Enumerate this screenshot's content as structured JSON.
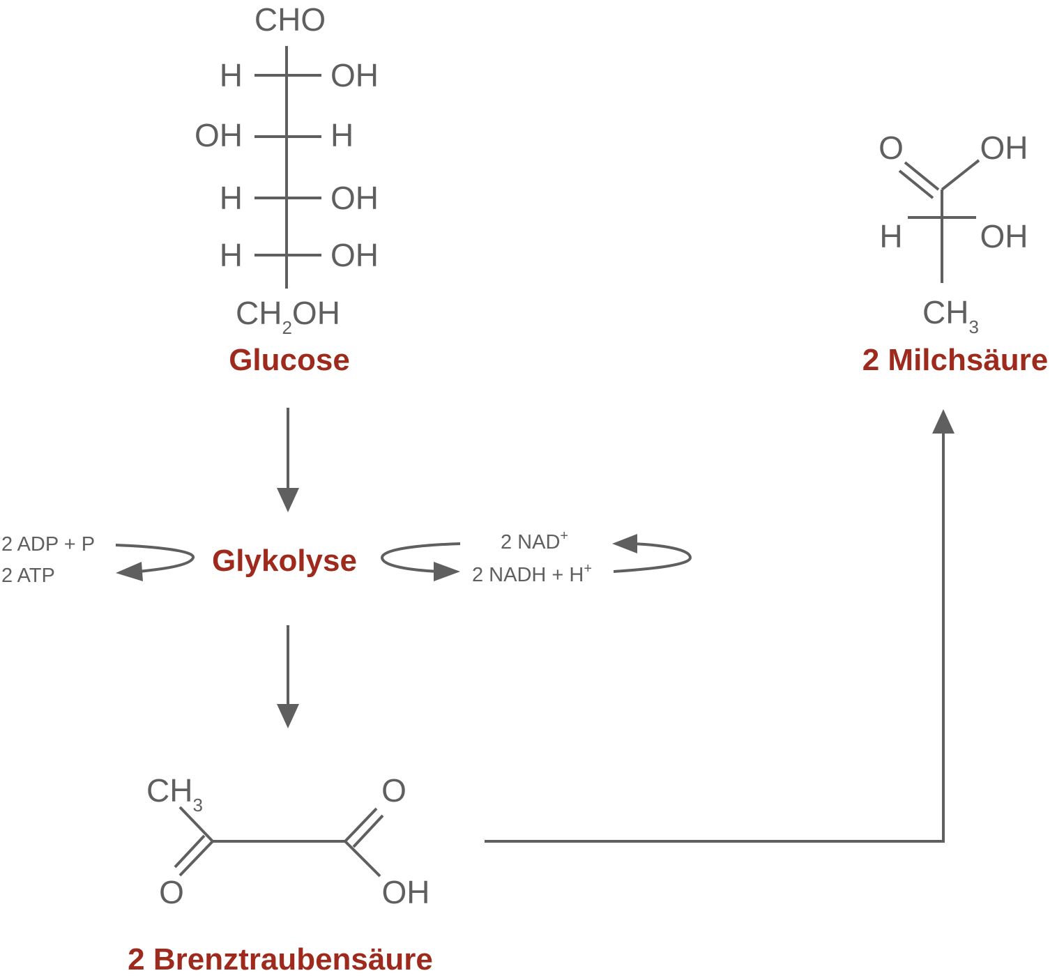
{
  "glucose": {
    "name": "Glucose",
    "top": "CHO",
    "rows": [
      {
        "left": "H",
        "right": "OH"
      },
      {
        "left": "OH",
        "right": "H"
      },
      {
        "left": "H",
        "right": "OH"
      },
      {
        "left": "H",
        "right": "OH"
      }
    ],
    "bottom_ch": "CH",
    "bottom_sub": "2",
    "bottom_oh": "OH"
  },
  "glycolysis": {
    "name": "Glykolyse",
    "adp": "2 ADP + P",
    "atp": "2 ATP",
    "nad": "2 NAD",
    "nad_sup": "+",
    "nadh": "2 NADH + H",
    "nadh_sup": "+"
  },
  "pyruvate": {
    "name": "2 Brenztraubensäure",
    "ch": "CH",
    "ch_sub": "3",
    "o_left": "O",
    "o_right": "O",
    "oh": "OH"
  },
  "lactate": {
    "name": "2 Milchsäure",
    "o": "O",
    "oh_top": "OH",
    "h": "H",
    "oh_mid": "OH",
    "ch": "CH",
    "ch_sub": "3"
  },
  "colors": {
    "accent": "#9e2a1d",
    "line": "#5f5f5f"
  }
}
